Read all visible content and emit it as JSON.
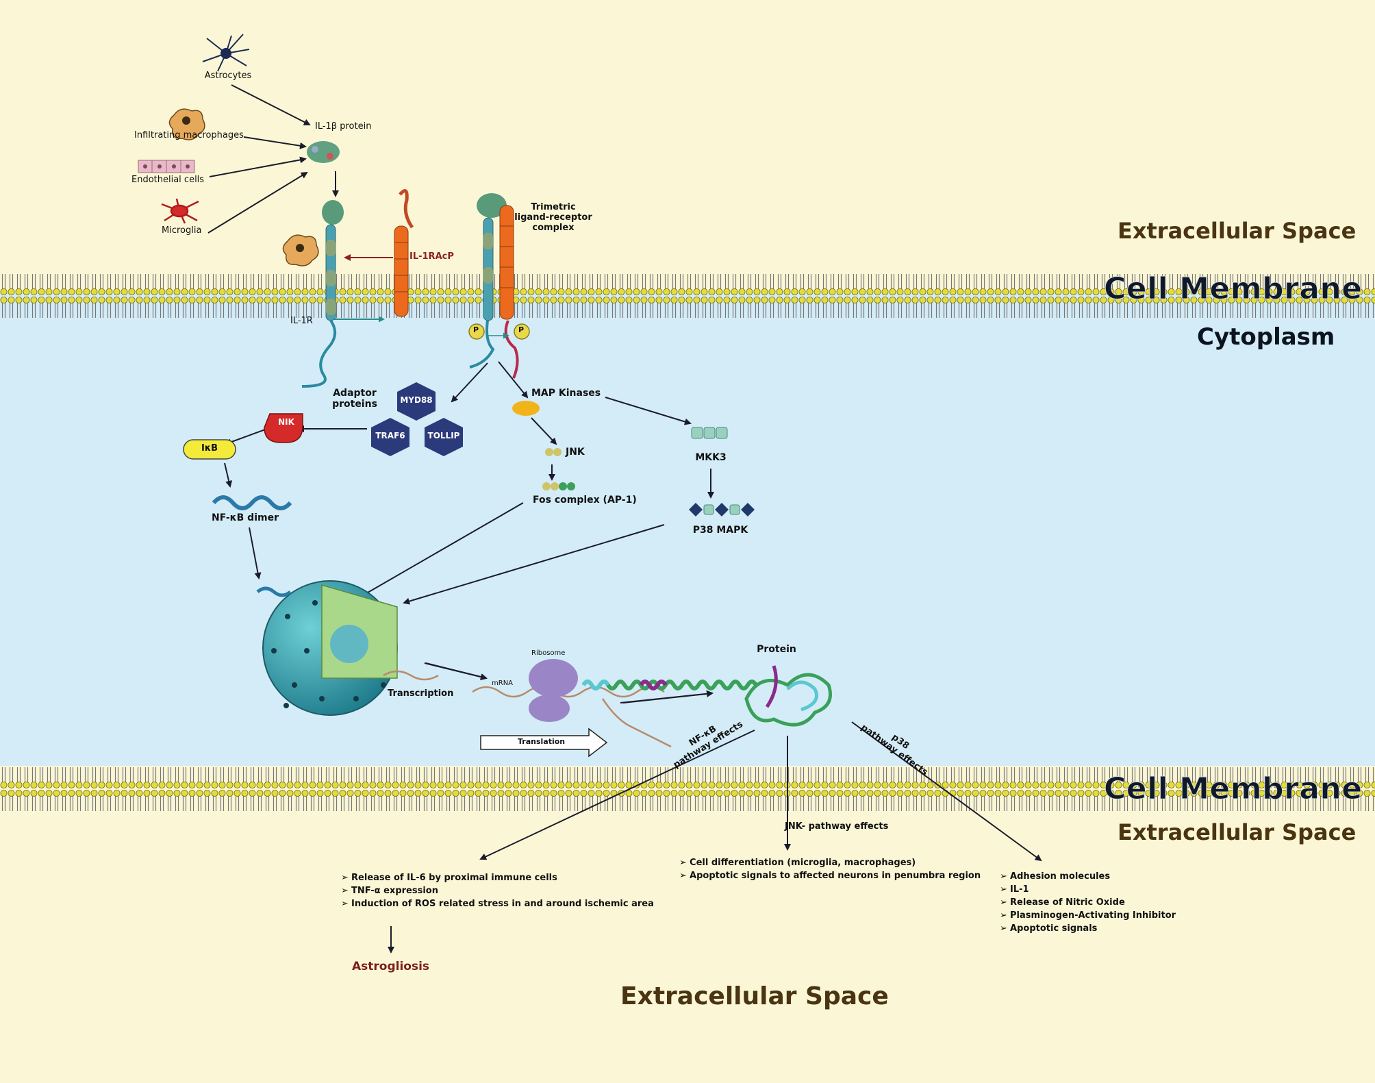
{
  "regions": {
    "extracellular_top": "Extracellular Space",
    "cell_membrane_top": "Cell Membrane",
    "cytoplasm": "Cytoplasm",
    "cell_membrane_bottom": "Cell Membrane",
    "extracellular_mid": "Extracellular Space",
    "extracellular_bottom": "Extracellular Space"
  },
  "sources": {
    "astrocytes": "Astrocytes",
    "macrophages": "Infiltrating macrophages",
    "endothelial": "Endothelial cells",
    "microglia": "Microglia"
  },
  "receptor": {
    "il1b_protein": "IL-1β protein",
    "il1racp": "IL-1RAcP",
    "il1r": "IL-1R",
    "trimeric_line1": "Trimetric",
    "trimeric_line2": "ligand-receptor",
    "trimeric_line3": "complex",
    "phospho": "P"
  },
  "pathway": {
    "adaptor_line1": "Adaptor",
    "adaptor_line2": "proteins",
    "myd88": "MYD88",
    "traf6": "TRAF6",
    "tollip": "TOLLIP",
    "nik": "NIK",
    "ikb": "IκB",
    "nfkb_dimer": "NF-κB dimer",
    "map_kinases": "MAP Kinases",
    "jnk": "JNK",
    "fos": "Fos complex (AP-1)",
    "mkk3": "MKK3",
    "p38mapk": "P38 MAPK"
  },
  "expression": {
    "transcription": "Transcription",
    "mrna": "mRNA",
    "ribosome": "Ribosome",
    "translation": "Translation",
    "protein": "Protein"
  },
  "effects": {
    "nfkb_label_line1": "NF-κB",
    "nfkb_label_line2": "pathway effects",
    "jnk_label": "JNK- pathway effects",
    "p38_label_line1": "p38",
    "p38_label_line2": "pathway effects",
    "nfkb_items": [
      "Release of IL-6 by proximal immune cells",
      "TNF-α expression",
      "Induction of ROS related stress in and around ischemic area"
    ],
    "jnk_items": [
      "Cell differentiation (microglia, macrophages)",
      "Apoptotic signals to affected neurons in penumbra region"
    ],
    "p38_items": [
      "Adhesion molecules",
      "IL-1",
      "Release of Nitric Oxide",
      "Plasminogen-Activating Inhibitor",
      "Apoptotic signals"
    ],
    "astrogliosis": "Astrogliosis"
  },
  "colors": {
    "extracellular_bg": "#fbf7d6",
    "cytoplasm_bg": "#d3ecf7",
    "adaptor_hex": "#2b3a7a",
    "nik": "#d42a2a",
    "ikb": "#f3ea3a",
    "receptor_blue": "#4aa0b0",
    "receptor_orange": "#ec6a1e",
    "nucleus": "#2f9fae",
    "ribosome": "#9a86c6"
  }
}
